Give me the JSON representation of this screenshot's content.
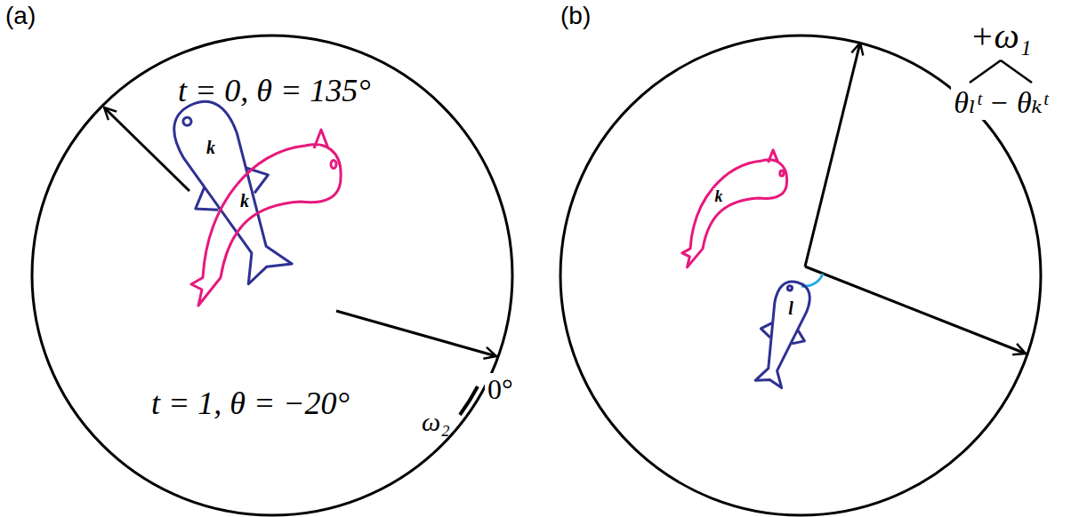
{
  "diagram": {
    "nodes": [
      {
        "text": [
          "k"
        ]
      },
      {
        "text": [
          "k"
        ]
      },
      {
        "text": [
          "k"
        ]
      },
      {
        "text": [
          "l"
        ]
      }
    ],
    "labels": [
      "(a)",
      "t = 0, θ = 135°",
      "t = 1, θ = −20°",
      "ω₂",
      "0°",
      "(b)",
      "+ω₁",
      "θₗᵗ − θₖᵗ"
    ]
  }
}
